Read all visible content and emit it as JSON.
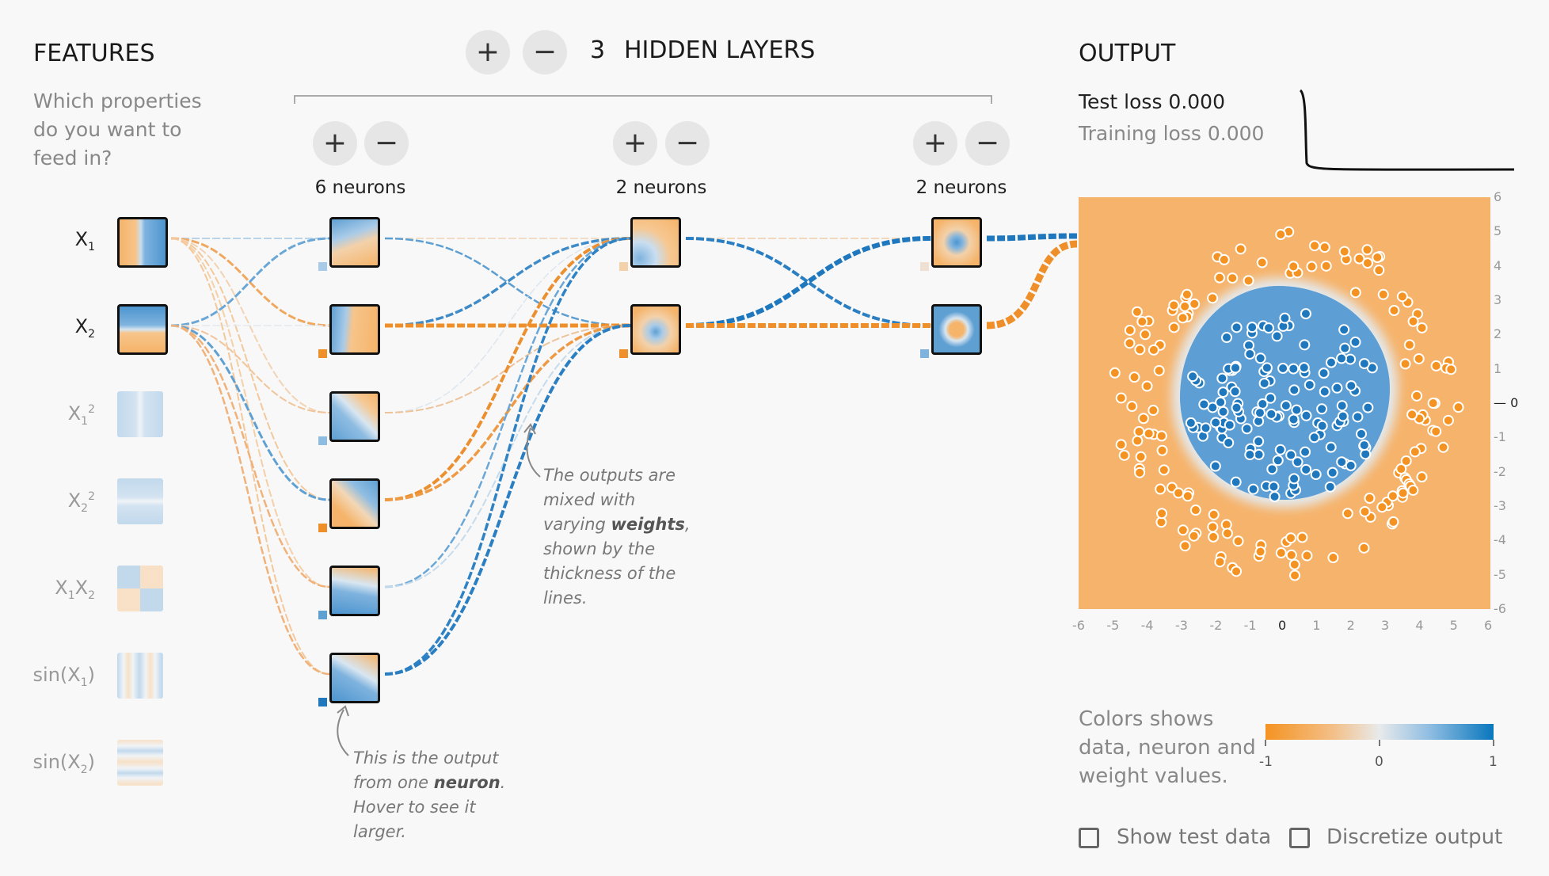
{
  "features": {
    "title": "FEATURES",
    "subtitle_lines": [
      "Which properties",
      "do you want to",
      "feed in?"
    ],
    "items": [
      {
        "base": "X",
        "sub": "1",
        "sup": "",
        "active": true
      },
      {
        "base": "X",
        "sub": "2",
        "sup": "",
        "active": true
      },
      {
        "base": "X",
        "sub": "1",
        "sup": "2",
        "active": false
      },
      {
        "base": "X",
        "sub": "2",
        "sup": "2",
        "active": false
      },
      {
        "base": "X",
        "sub": "1",
        "base2": "X",
        "sub2": "2",
        "active": false
      },
      {
        "base": "sin(X",
        "sub": "1",
        "tail": ")",
        "active": false
      },
      {
        "base": "sin(X",
        "sub": "2",
        "tail": ")",
        "active": false
      }
    ]
  },
  "hidden": {
    "count": "3",
    "title": "HIDDEN LAYERS",
    "add_icon": "plus-icon",
    "remove_icon": "minus-icon",
    "layers": [
      {
        "label": "6 neurons"
      },
      {
        "label": "2 neurons"
      },
      {
        "label": "2 neurons"
      }
    ]
  },
  "annotations": {
    "weights": {
      "pre": "The outputs are mixed with varying ",
      "bold": "weights",
      "post": ", shown by the thickness of the lines."
    },
    "neuron": {
      "pre": "This is the output from one ",
      "bold": "neuron",
      "post": ". Hover to see it larger."
    }
  },
  "output": {
    "title": "OUTPUT",
    "test_loss_label": "Test loss",
    "test_loss": "0.000",
    "training_loss_label": "Training loss",
    "training_loss": "0.000",
    "x_ticks": [
      "-6",
      "-5",
      "-4",
      "-3",
      "-2",
      "-1",
      "0",
      "1",
      "2",
      "3",
      "4",
      "5",
      "6"
    ],
    "y_ticks": [
      "6",
      "5",
      "4",
      "3",
      "2",
      "1",
      "0",
      "-1",
      "-2",
      "-3",
      "-4",
      "-5",
      "-6"
    ]
  },
  "legend": {
    "lines": [
      "Colors shows",
      "data, neuron and",
      "weight values."
    ],
    "min": "-1",
    "mid": "0",
    "max": "1",
    "colors": {
      "negative": "#f59322",
      "neutral": "#e8eaeb",
      "positive": "#0877bd"
    }
  },
  "options": {
    "show_test_data": "Show test data",
    "discretize_output": "Discretize output"
  }
}
